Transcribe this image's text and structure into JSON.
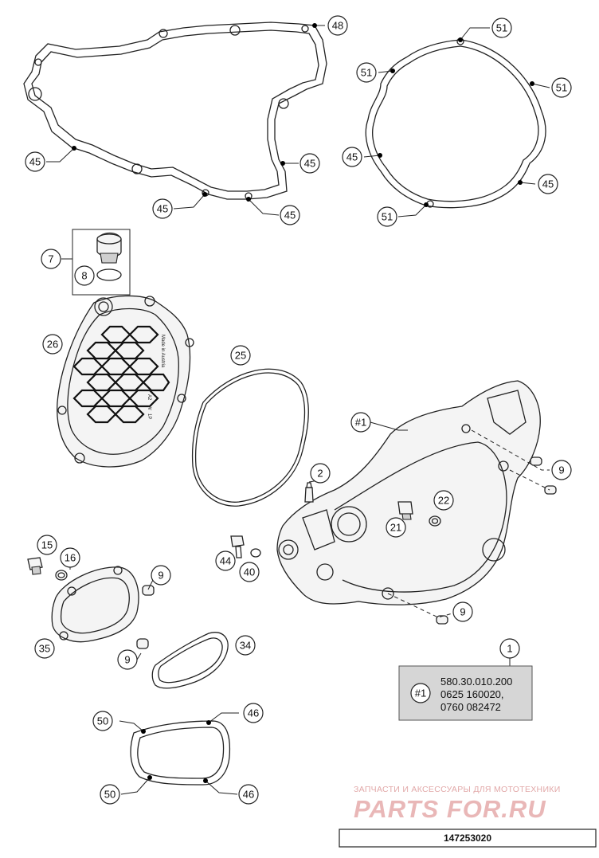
{
  "callouts": [
    {
      "id": "48",
      "text": "48"
    },
    {
      "id": "45a",
      "text": "45"
    },
    {
      "id": "45b",
      "text": "45"
    },
    {
      "id": "45c",
      "text": "45"
    },
    {
      "id": "45d",
      "text": "45"
    },
    {
      "id": "51a",
      "text": "51"
    },
    {
      "id": "51b",
      "text": "51"
    },
    {
      "id": "51c",
      "text": "51"
    },
    {
      "id": "45e",
      "text": "45"
    },
    {
      "id": "45f",
      "text": "45"
    },
    {
      "id": "51d",
      "text": "51"
    },
    {
      "id": "7",
      "text": "7"
    },
    {
      "id": "8",
      "text": "8"
    },
    {
      "id": "26",
      "text": "26"
    },
    {
      "id": "25",
      "text": "25"
    },
    {
      "id": "h1",
      "text": "#1"
    },
    {
      "id": "9a",
      "text": "9"
    },
    {
      "id": "2",
      "text": "2"
    },
    {
      "id": "22",
      "text": "22"
    },
    {
      "id": "21",
      "text": "21"
    },
    {
      "id": "15",
      "text": "15"
    },
    {
      "id": "16",
      "text": "16"
    },
    {
      "id": "9b",
      "text": "9"
    },
    {
      "id": "44",
      "text": "44"
    },
    {
      "id": "40",
      "text": "40"
    },
    {
      "id": "9c",
      "text": "9"
    },
    {
      "id": "35",
      "text": "35"
    },
    {
      "id": "9d",
      "text": "9"
    },
    {
      "id": "34",
      "text": "34"
    },
    {
      "id": "1",
      "text": "1"
    },
    {
      "id": "50a",
      "text": "50"
    },
    {
      "id": "46a",
      "text": "46"
    },
    {
      "id": "50b",
      "text": "50"
    },
    {
      "id": "46b",
      "text": "46"
    }
  ],
  "cover_stamp": [
    "Made in Austria",
    "A2",
    "W",
    "1P"
  ],
  "legend": {
    "ref": "#1",
    "lines": [
      "580.30.010.200",
      "0625 160020,",
      "0760 082472"
    ]
  },
  "watermark": {
    "tagline": "ЗАПЧАСТИ И АКСЕССУАРЫ ДЛЯ МОТОТЕХНИКИ",
    "brand": "PARTS FOR.RU"
  },
  "footer": {
    "code": "147253020"
  },
  "colors": {
    "line": "#222222",
    "legend_fill": "#d6d6d6",
    "watermark": "#e2a9a9"
  }
}
